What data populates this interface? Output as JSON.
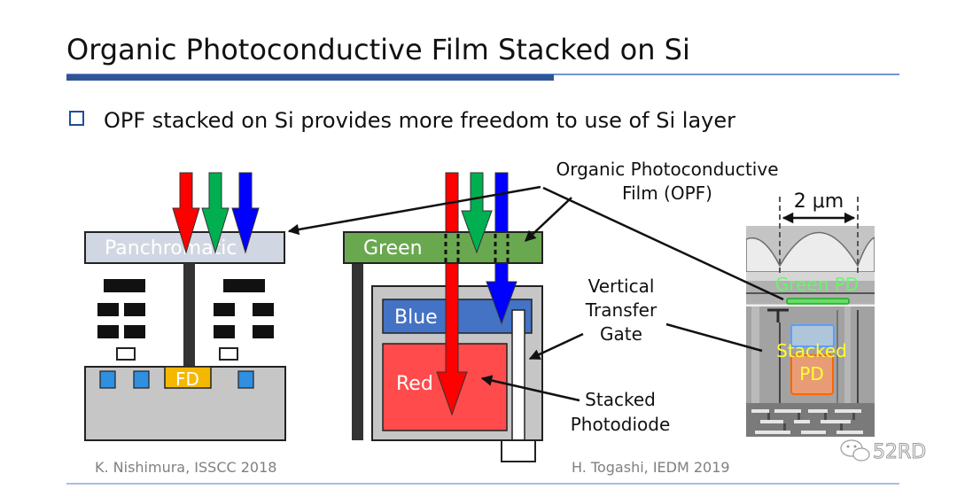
{
  "slide": {
    "title": "Organic Photoconductive Film Stacked on Si",
    "bullet": "OPF stacked on Si provides more freedom to use of Si layer"
  },
  "left_diagram": {
    "layer_label": "Panchromatic",
    "fd_label": "FD",
    "citation": "K. Nishimura, ISSCC 2018"
  },
  "middle_diagram": {
    "green_label": "Green",
    "blue_label": "Blue",
    "red_label": "Red",
    "citation": "H. Togashi, IEDM 2019"
  },
  "annotations": {
    "opf_line1": "Organic Photoconductive",
    "opf_line2": "Film (OPF)",
    "vtg_line1": "Vertical",
    "vtg_line2": "Transfer",
    "vtg_line3": "Gate",
    "spd_line1": "Stacked",
    "spd_line2": "Photodiode"
  },
  "micrograph": {
    "scale_label": "2 μm",
    "green_pd_label": "Green PD",
    "stacked_pd_line1": "Stacked",
    "stacked_pd_line2": "PD"
  },
  "watermark": {
    "text": "52RD"
  },
  "icons": {
    "bullet": "square-bullet-icon",
    "watermark": "wechat-icon"
  },
  "colors": {
    "title_bar": "#2f5597",
    "accent_line": "#4472c4",
    "red_light": "#ff0000",
    "green_light": "#00b050",
    "blue_light": "#0000ff",
    "panchromatic_layer": "#d0d7e2",
    "green_layer": "#6aa84f",
    "blue_layer": "#4472c4",
    "red_layer": "#ff4b4b",
    "fd_region": "#f5b800",
    "photodiode_blue": "#2f8fe0",
    "silicon": "#c6c6c6"
  }
}
